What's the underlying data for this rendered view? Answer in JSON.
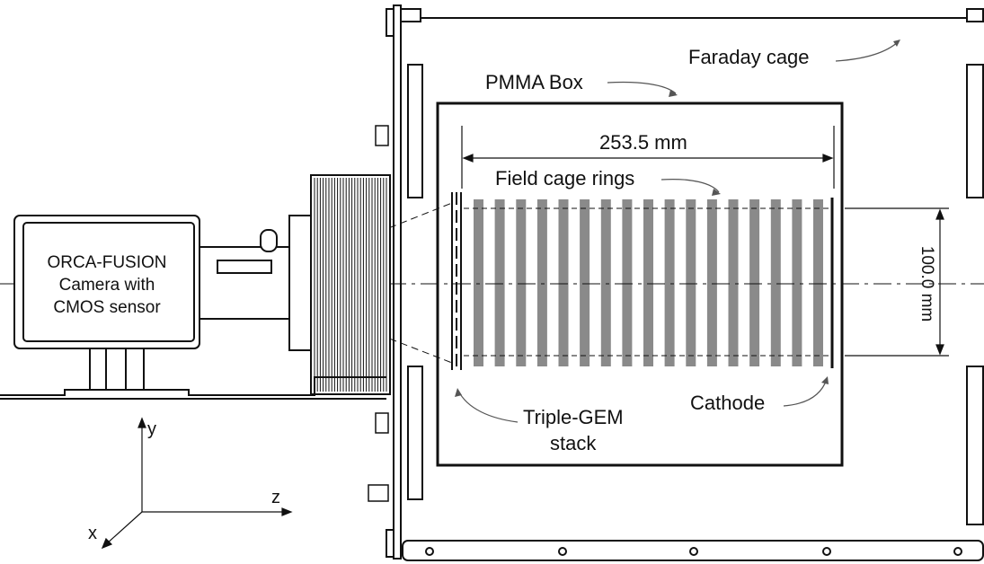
{
  "labels": {
    "faraday_cage": "Faraday cage",
    "pmma_box": "PMMA Box",
    "length_dim": "253.5 mm",
    "field_cage_rings": "Field cage rings",
    "camera_line1": "ORCA-FUSION",
    "camera_line2": "Camera with",
    "camera_line3": "CMOS sensor",
    "height_dim": "100.0 mm",
    "triple_gem_line1": "Triple-GEM",
    "triple_gem_line2": "stack",
    "cathode": "Cathode",
    "axis_y": "y",
    "axis_z": "z",
    "axis_x": "x"
  },
  "colors": {
    "line": "#111111",
    "ring_fill": "#8a8a8a"
  },
  "field_cage": {
    "ring_count": 17
  }
}
